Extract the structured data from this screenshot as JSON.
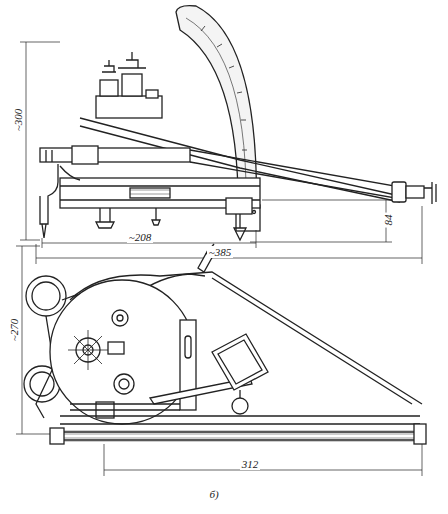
{
  "diagram": {
    "labels": [
      "~300",
      "~208",
      "~385",
      "84",
      "~270",
      "312",
      "б)"
    ]
  }
}
